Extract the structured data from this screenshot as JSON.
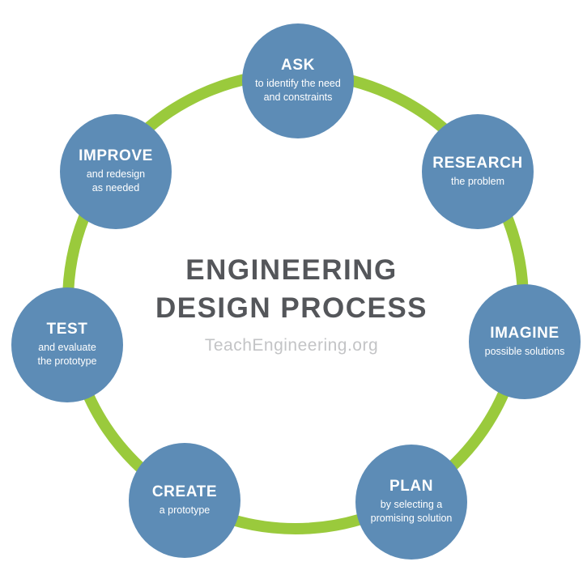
{
  "center": {
    "title": "ENGINEERING\nDESIGN PROCESS",
    "source": "TeachEngineering.org"
  },
  "steps": [
    {
      "id": "ask",
      "title": "ASK",
      "subtitle": "to identify the need\nand constraints"
    },
    {
      "id": "research",
      "title": "RESEARCH",
      "subtitle": "the problem"
    },
    {
      "id": "imagine",
      "title": "IMAGINE",
      "subtitle": "possible solutions"
    },
    {
      "id": "plan",
      "title": "PLAN",
      "subtitle": "by selecting a\npromising solution"
    },
    {
      "id": "create",
      "title": "CREATE",
      "subtitle": "a prototype"
    },
    {
      "id": "test",
      "title": "TEST",
      "subtitle": "and evaluate\nthe prototype"
    },
    {
      "id": "improve",
      "title": "IMPROVE",
      "subtitle": "and redesign\nas needed"
    }
  ],
  "colors": {
    "step_circle": "#5d8cb6",
    "cycle_ring": "#9aca3c",
    "title_text": "#54565a",
    "source_text": "#c3c4c6",
    "step_text": "#ffffff"
  }
}
